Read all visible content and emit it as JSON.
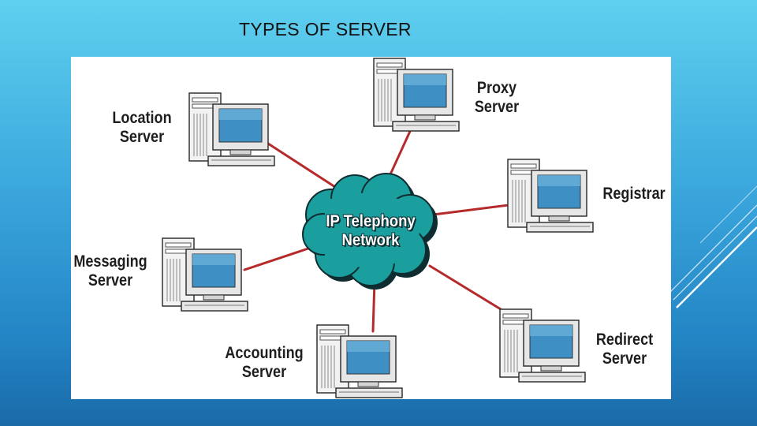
{
  "title": "TYPES OF SERVER",
  "network": {
    "line1": "IP Telephony",
    "line2": "Network"
  },
  "servers": {
    "proxy": {
      "line1": "Proxy",
      "line2": "Server"
    },
    "location": {
      "line1": "Location",
      "line2": "Server"
    },
    "registrar": {
      "line1": "Registrar"
    },
    "messaging": {
      "line1": "Messaging",
      "line2": "Server"
    },
    "accounting": {
      "line1": "Accounting",
      "line2": "Server"
    },
    "redirect": {
      "line1": "Redirect",
      "line2": "Server"
    }
  },
  "colors": {
    "link": "#b52a2a",
    "cloud": "#1a9e9e",
    "monitor_screen": "#3d8fc4"
  }
}
